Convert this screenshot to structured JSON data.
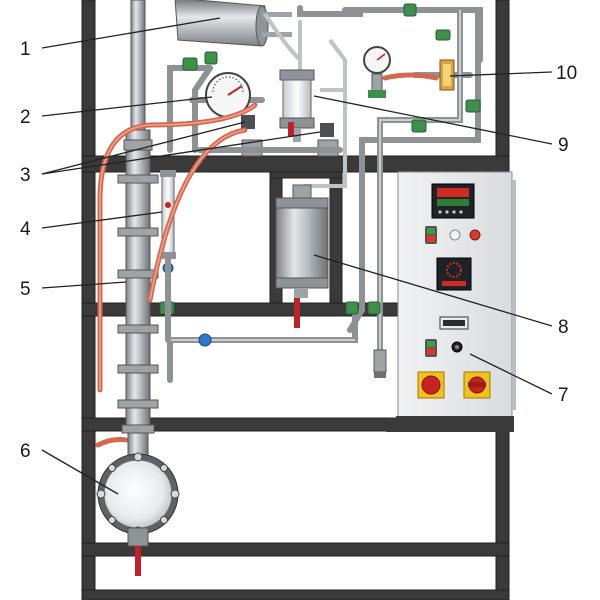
{
  "callouts": [
    {
      "label": "1"
    },
    {
      "label": "2"
    },
    {
      "label": "3"
    },
    {
      "label": "4"
    },
    {
      "label": "5"
    },
    {
      "label": "6"
    },
    {
      "label": "7"
    },
    {
      "label": "8"
    },
    {
      "label": "9"
    },
    {
      "label": "10"
    }
  ],
  "colors": {
    "frame": "#3a3a3a",
    "panel": "#e6e8ea",
    "pipe": "#8e9295",
    "hose": "#d4684f",
    "fitting": "#3f8f4c",
    "valve_handle": "#c0202a",
    "indicator_red": "#d63a2c",
    "indicator_green": "#35a047",
    "estop_yellow": "#f2c21b"
  },
  "icons": [
    "pressure-gauge-icon",
    "digital-controller-icon",
    "emergency-stop-icon",
    "main-switch-icon",
    "ball-valve-icon"
  ]
}
